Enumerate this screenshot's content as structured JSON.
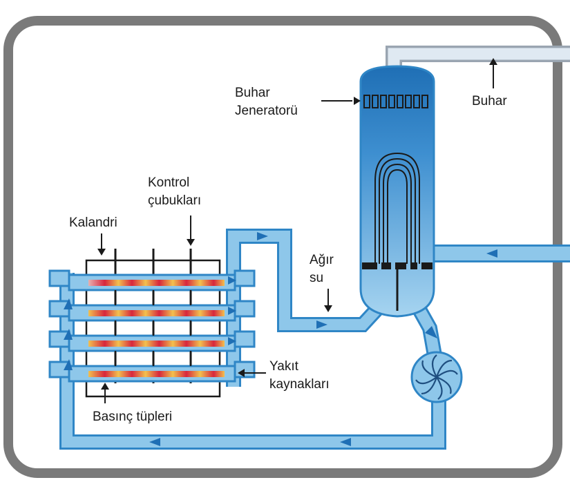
{
  "labels": {
    "steam_generator_line1": "Buhar",
    "steam_generator_line2": "Jeneratorü",
    "steam": "Buhar",
    "control_rods_line1": "Kontrol",
    "control_rods_line2": "çubukları",
    "calandria": "Kalandri",
    "heavy_water_line1": "Ağır",
    "heavy_water_line2": "su",
    "fuel_bundles_line1": "Yakıt",
    "fuel_bundles_line2": "kaynakları",
    "pressure_tubes": "Basınç tüpleri"
  },
  "colors": {
    "frame": "#7a7a7a",
    "pipe_fill": "#8ec7ea",
    "pipe_edge": "#2f86c6",
    "flow_arrow": "#1f6fb5",
    "generator_top": "#1f6fb5",
    "generator_bottom": "#9fd0ef",
    "fuel_hot": "#d7263d",
    "fuel_warm": "#f2c14e"
  }
}
